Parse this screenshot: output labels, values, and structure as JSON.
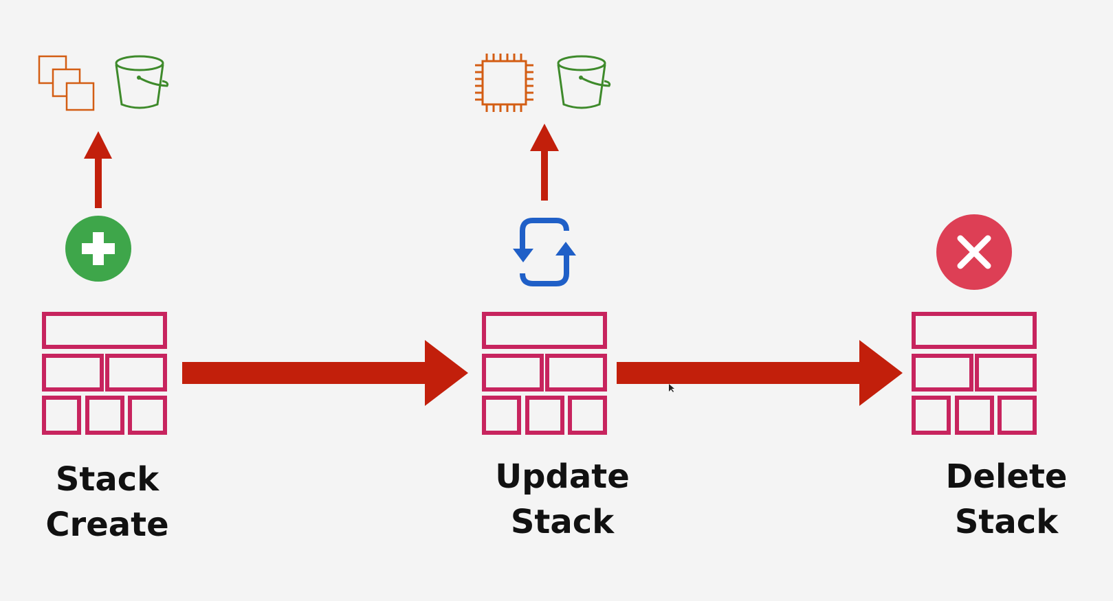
{
  "colors": {
    "background": "#f4f4f4",
    "stack": "#c7245e",
    "arrow": "#c21f0b",
    "create_badge": "#3ea64a",
    "delete_badge": "#dd3f55",
    "update_icon": "#1f5fc7",
    "compute": "#d35d13",
    "bucket": "#3e8a2b"
  },
  "stages": [
    {
      "id": "create",
      "label_lines": [
        "Stack",
        "Create"
      ],
      "action_icon": "plus-circle-icon",
      "resources": [
        "instances-icon",
        "bucket-icon"
      ]
    },
    {
      "id": "update",
      "label_lines": [
        "Update",
        "Stack"
      ],
      "action_icon": "refresh-icon",
      "resources": [
        "chip-icon",
        "bucket-icon"
      ]
    },
    {
      "id": "delete",
      "label_lines": [
        "Delete",
        "Stack"
      ],
      "action_icon": "x-circle-icon",
      "resources": []
    }
  ]
}
